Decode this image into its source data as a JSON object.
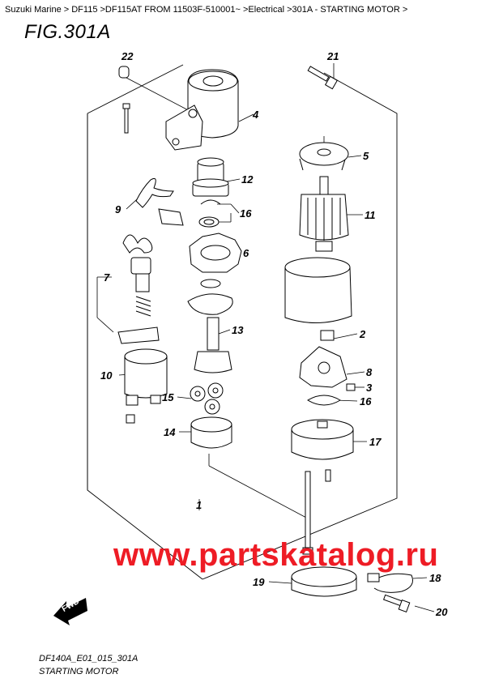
{
  "breadcrumb": "Suzuki Marine > DF115 >DF115AT FROM 11503F-510001~ >Electrical >301A - STARTING MOTOR >",
  "figure_title": "FIG.301A",
  "watermark": "www.partskatalog.ru",
  "fwd_label": "FWD",
  "drawing_code": "DF140A_E01_015_301A",
  "caption": "STARTING MOTOR",
  "callouts": {
    "c1": "1",
    "c2": "2",
    "c3": "3",
    "c4": "4",
    "c5": "5",
    "c6": "6",
    "c7": "7",
    "c8": "8",
    "c9": "9",
    "c10": "10",
    "c11": "11",
    "c12": "12",
    "c13": "13",
    "c14": "14",
    "c15": "15",
    "c16a": "16",
    "c16b": "16",
    "c17": "17",
    "c18": "18",
    "c19": "19",
    "c20": "20",
    "c21": "21",
    "c22": "22"
  },
  "colors": {
    "watermark": "#ee1c25",
    "line": "#000000"
  }
}
